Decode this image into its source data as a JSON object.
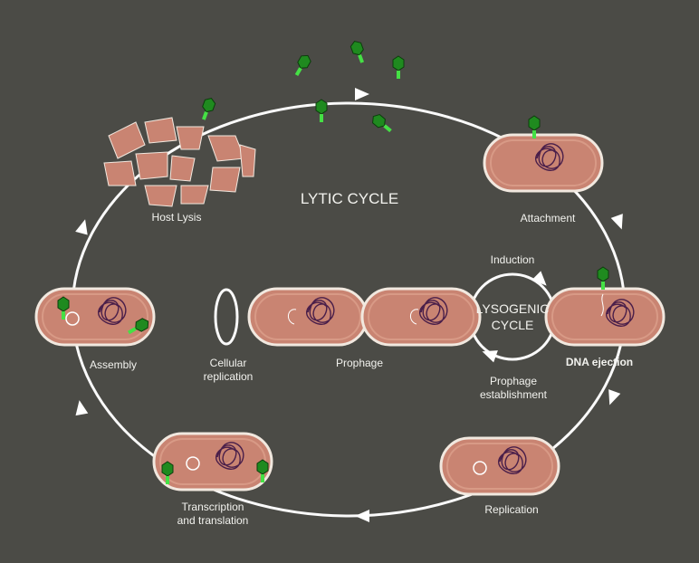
{
  "title": "LYTIC CYCLE",
  "lysogenic": {
    "line1": "LYSOGENIC",
    "line2": "CYCLE",
    "induction": "Induction",
    "establishment_line1": "Prophage",
    "establishment_line2": "establishment"
  },
  "stages": {
    "attachment": "Attachment",
    "dna_ejection": "DNA ejection",
    "replication": "Replication",
    "transcription_line1": "Transcription",
    "transcription_line2": "and translation",
    "assembly": "Assembly",
    "host_lysis": "Host Lysis",
    "prophage": "Prophage",
    "cellular_line1": "Cellular",
    "cellular_line2": "replication"
  },
  "colors": {
    "background": "#4b4b46",
    "cell": "#c98472",
    "phage": "#2fb52f",
    "dna": "#4a1f4a"
  }
}
